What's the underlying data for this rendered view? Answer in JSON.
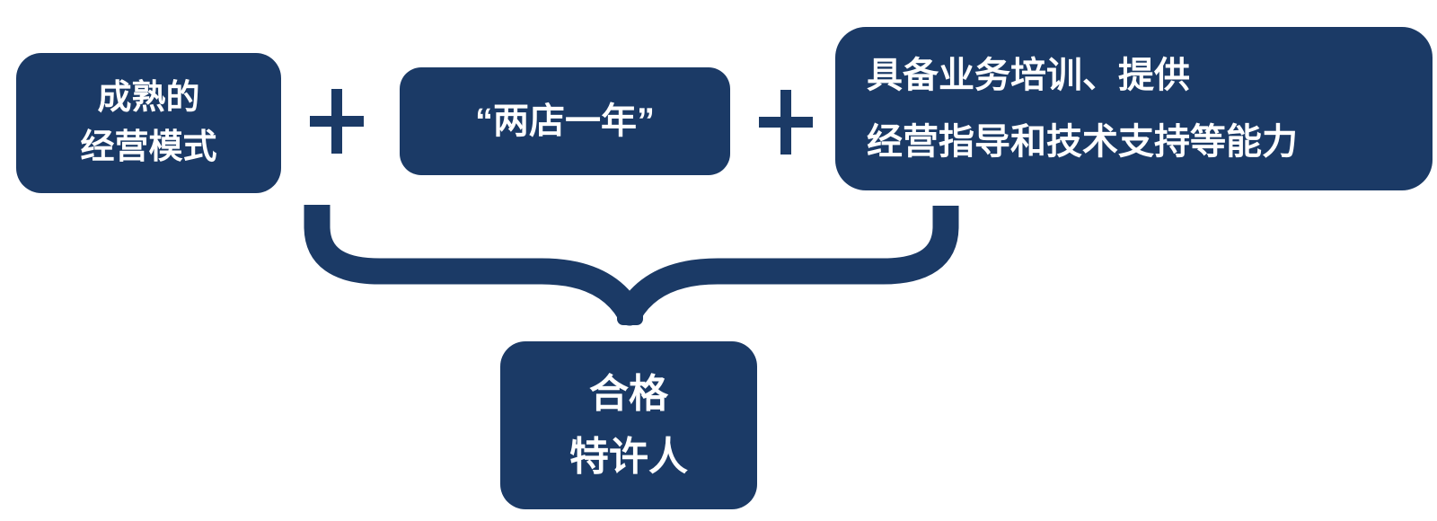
{
  "diagram": {
    "colors": {
      "accent": "#1B3A66",
      "text": "#FFFFFF",
      "background": "#FFFFFF"
    },
    "formula": {
      "inputs": [
        {
          "lines": [
            "成熟的",
            "经营模式"
          ]
        },
        {
          "lines": [
            "“两店一年”"
          ]
        },
        {
          "lines": [
            "具备业务培训、提供",
            "经营指导和技术支持等能力"
          ]
        }
      ],
      "operator_symbol": "+",
      "result": {
        "lines": [
          "合格",
          "特许人"
        ]
      }
    },
    "icons": {
      "plus": "plus-icon",
      "brace": "curly-brace-down-icon"
    }
  }
}
